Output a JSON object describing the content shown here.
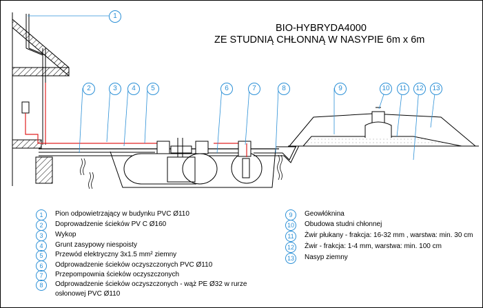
{
  "title": {
    "line1": "BIO-HYBRYDA4000",
    "line2": "ZE STUDNIĄ CHŁONNĄ W NASYPIE 6m x 6m"
  },
  "colors": {
    "accent": "#2a8fd6",
    "cable": "#e02020",
    "line": "#000000"
  },
  "callouts": [
    "1",
    "2",
    "3",
    "4",
    "5",
    "6",
    "7",
    "8",
    "9",
    "10",
    "11",
    "12",
    "13"
  ],
  "legend_left": [
    {
      "num": "1",
      "text": "Pion odpowietrzający w budynku  PVC Ø110"
    },
    {
      "num": "2",
      "text": "Doprowadzenie ścieków PV C Ø160"
    },
    {
      "num": "3",
      "text": "Wykop"
    },
    {
      "num": "4",
      "text": "Grunt zasypowy niespoisty"
    },
    {
      "num": "5",
      "text": "Przewód elektryczny 3x1.5 mm² ziemny"
    },
    {
      "num": "6",
      "text": "Odprowadzenie ścieków oczyszczonych PVC Ø110"
    },
    {
      "num": "7",
      "text": "Przepompownia ścieków oczyszczonych"
    },
    {
      "num": "8",
      "text": "Odprowadzenie ścieków oczyszczonych  - wąż PE Ø32 w rurze",
      "text2": "osłonowej PVC Ø110"
    }
  ],
  "legend_right": [
    {
      "num": "9",
      "text": "Geowłóknina"
    },
    {
      "num": "10",
      "text": "Obudowa studni chłonnej"
    },
    {
      "num": "11",
      "text": "Żwir płukany - frakcja: 16-32 mm , warstwa: min. 30 cm"
    },
    {
      "num": "12",
      "text": "Żwir - frakcja: 1-4 mm, warstwa: min. 100 cm"
    },
    {
      "num": "13",
      "text": "Nasyp ziemny"
    }
  ]
}
